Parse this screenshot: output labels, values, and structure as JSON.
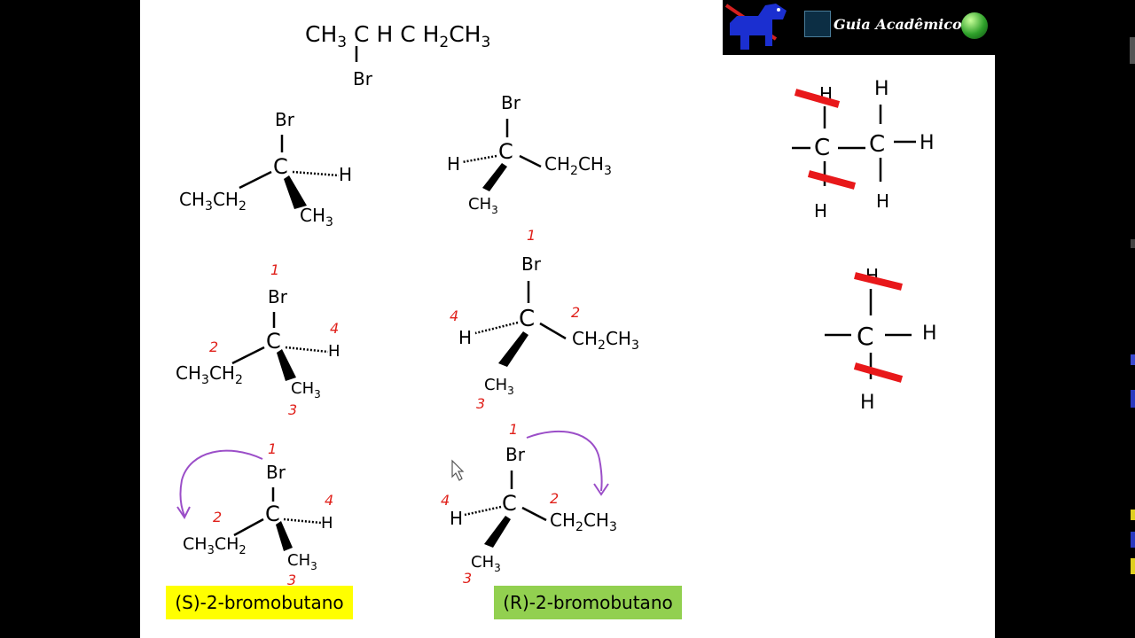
{
  "logo": {
    "text": "Guia Acadêmico"
  },
  "formula": {
    "main": "CH3CHCH2CH3",
    "substituent": "Br"
  },
  "labels": {
    "s_enantiomer": "(S)-2-bromobutano",
    "r_enantiomer": "(R)-2-bromobutano"
  },
  "colors": {
    "label_s_bg": "#ffff00",
    "label_r_bg": "#92d050",
    "priority_numbers": "#e0201a",
    "arrow": "#9b4ec8",
    "strike": "#e8181a"
  },
  "icons": {
    "mouse_cursor": "cursor-arrow-icon",
    "logo_mascot": "blue-dog-icon"
  }
}
